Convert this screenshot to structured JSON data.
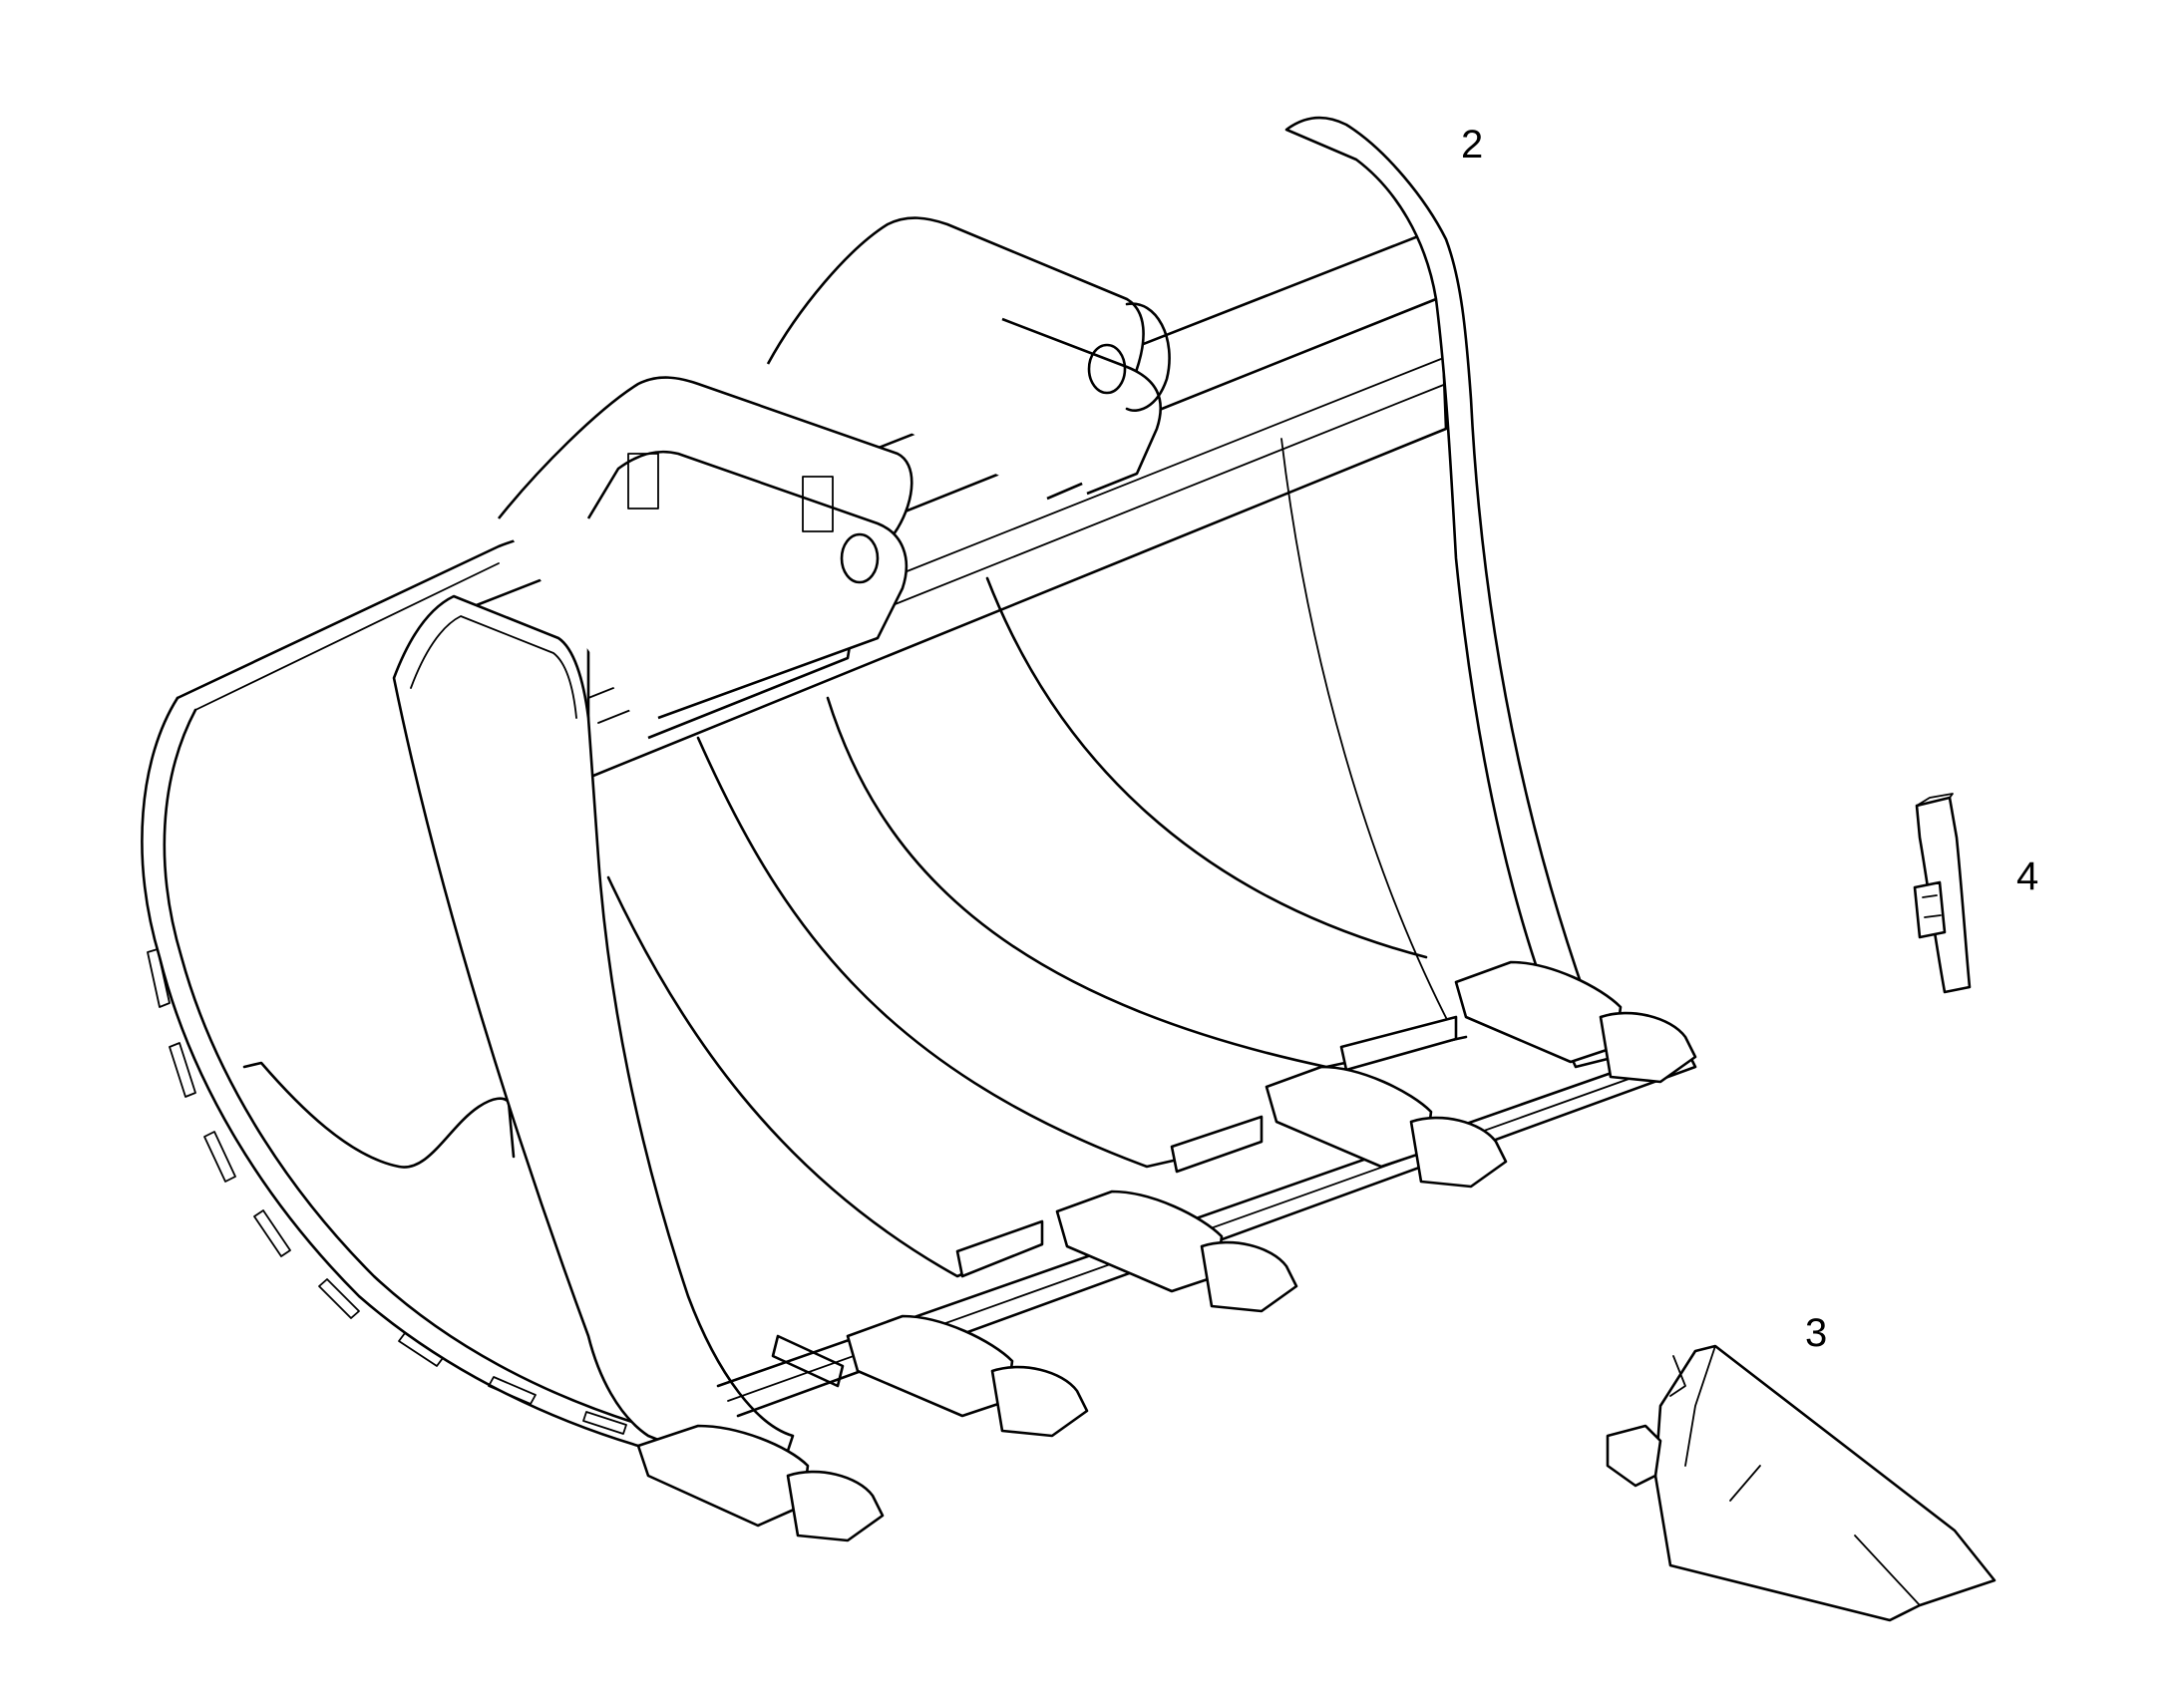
{
  "callouts": {
    "bucket": "2",
    "tooth": "3",
    "pin": "4"
  }
}
